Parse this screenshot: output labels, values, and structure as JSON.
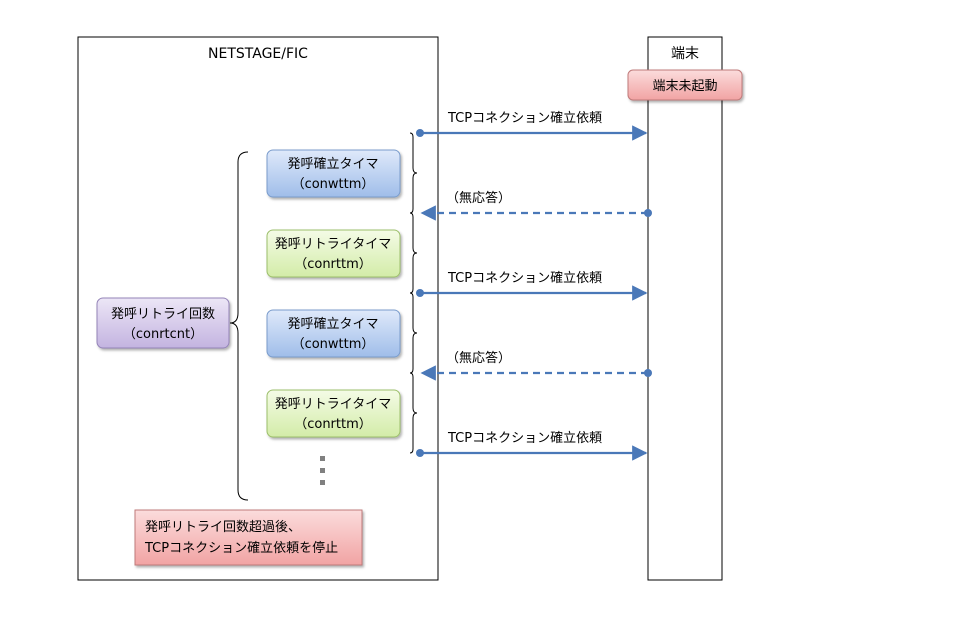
{
  "left_panel": {
    "title": "NETSTAGE/FIC"
  },
  "right_panel": {
    "title": "端末"
  },
  "terminal_start": {
    "label": "端末未起動"
  },
  "retry_count": {
    "line1": "発呼リトライ回数",
    "line2": "（conrtcnt）"
  },
  "timers": [
    {
      "line1": "発呼確立タイマ",
      "line2": "（conwttm）",
      "kind": "establish"
    },
    {
      "line1": "発呼リトライタイマ",
      "line2": "（conrttm）",
      "kind": "retry"
    },
    {
      "line1": "発呼確立タイマ",
      "line2": "（conwttm）",
      "kind": "establish"
    },
    {
      "line1": "発呼リトライタイマ",
      "line2": "（conrttm）",
      "kind": "retry"
    }
  ],
  "messages": [
    {
      "label": "TCPコネクション確立依頼",
      "direction": "right",
      "style": "solid"
    },
    {
      "label": "（無応答）",
      "direction": "left",
      "style": "dashed"
    },
    {
      "label": "TCPコネクション確立依頼",
      "direction": "right",
      "style": "solid"
    },
    {
      "label": "（無応答）",
      "direction": "left",
      "style": "dashed"
    },
    {
      "label": "TCPコネクション確立依頼",
      "direction": "right",
      "style": "solid"
    }
  ],
  "stop_note": {
    "line1": "発呼リトライ回数超過後、",
    "line2": "TCPコネクション確立依頼を停止"
  },
  "colors": {
    "arrow": "#4a78b8",
    "establish_fill": "#b7cdf0",
    "retry_fill": "#e4f3c8",
    "count_fill": "#d6cae9",
    "note_fill": "#f5b9b9"
  }
}
